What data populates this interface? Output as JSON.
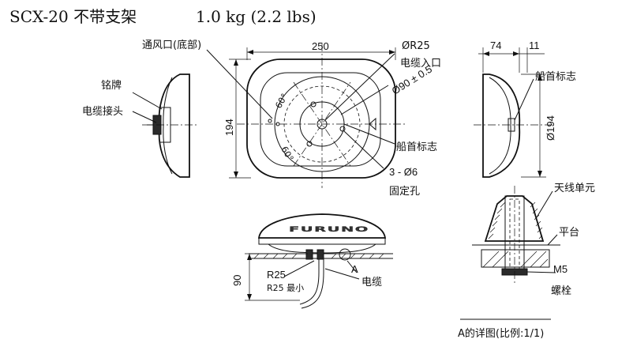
{
  "title": {
    "model": "SCX-20 不带支架",
    "weight": "1.0 kg (2.2 lbs)"
  },
  "labels": {
    "vent": "通风口(底部)",
    "radius": "ØR25",
    "cable_entry": "电缆入口",
    "diameter": "Ø90 ± 0.5",
    "nameplate": "铭牌",
    "connector": "电缆接头",
    "heading_mark_top": "船首标志",
    "heading_mark_center": "船首标志",
    "holes": "3 - Ø6",
    "fixing_holes": "固定孔",
    "antenna_unit": "天线单元",
    "platform": "平台",
    "bolt_size": "M5",
    "bolt": "螺栓",
    "cable": "电缆",
    "callout_a": "A",
    "bend_radius": "R25",
    "bend_radius_min": "R25 最小",
    "detail_caption": "A的详图(比例:1/1)",
    "brand": "FURUNO",
    "angle_top": "60°",
    "angle_bottom": "60°"
  },
  "dimensions": {
    "width": "250",
    "height": "194",
    "side_depth": "74",
    "side_base": "11",
    "side_diameter": "Ø194",
    "front_height": "90"
  }
}
